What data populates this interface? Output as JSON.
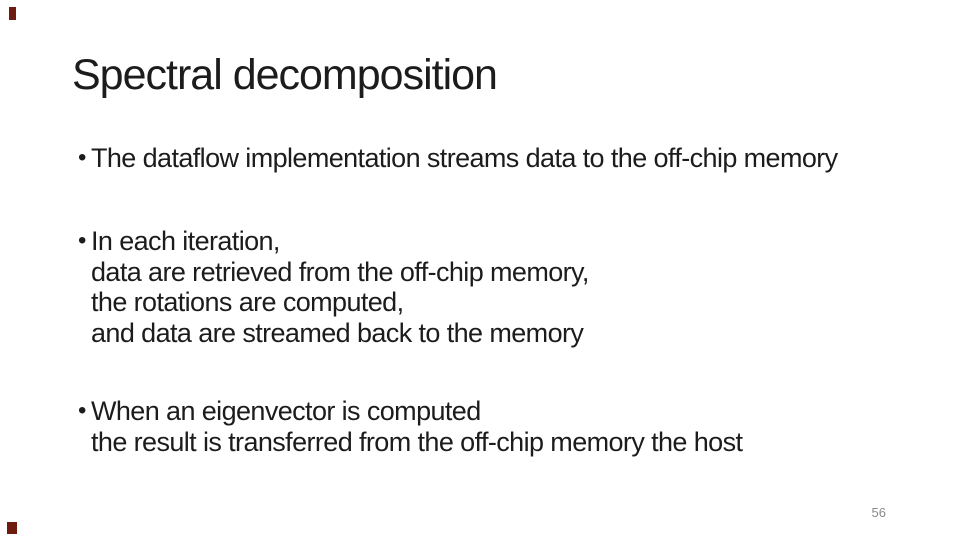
{
  "slide": {
    "title": "Spectral decomposition",
    "bullet_glyph": "•",
    "bullets": [
      {
        "lines": [
          "The dataflow implementation streams data to the off-chip memory"
        ]
      },
      {
        "lines": [
          "In each iteration,",
          "data are retrieved from the off-chip memory,",
          "the rotations are computed,",
          "and data are streamed back to the memory"
        ]
      },
      {
        "lines": [
          "When an eigenvector is computed",
          "the result is transferred from the off-chip memory the host"
        ]
      }
    ],
    "page_number": "56",
    "colors": {
      "background": "#ffffff",
      "text": "#1c1c1c",
      "page_number": "#8a8a8a",
      "corner_mark": "#6e1c10"
    }
  }
}
